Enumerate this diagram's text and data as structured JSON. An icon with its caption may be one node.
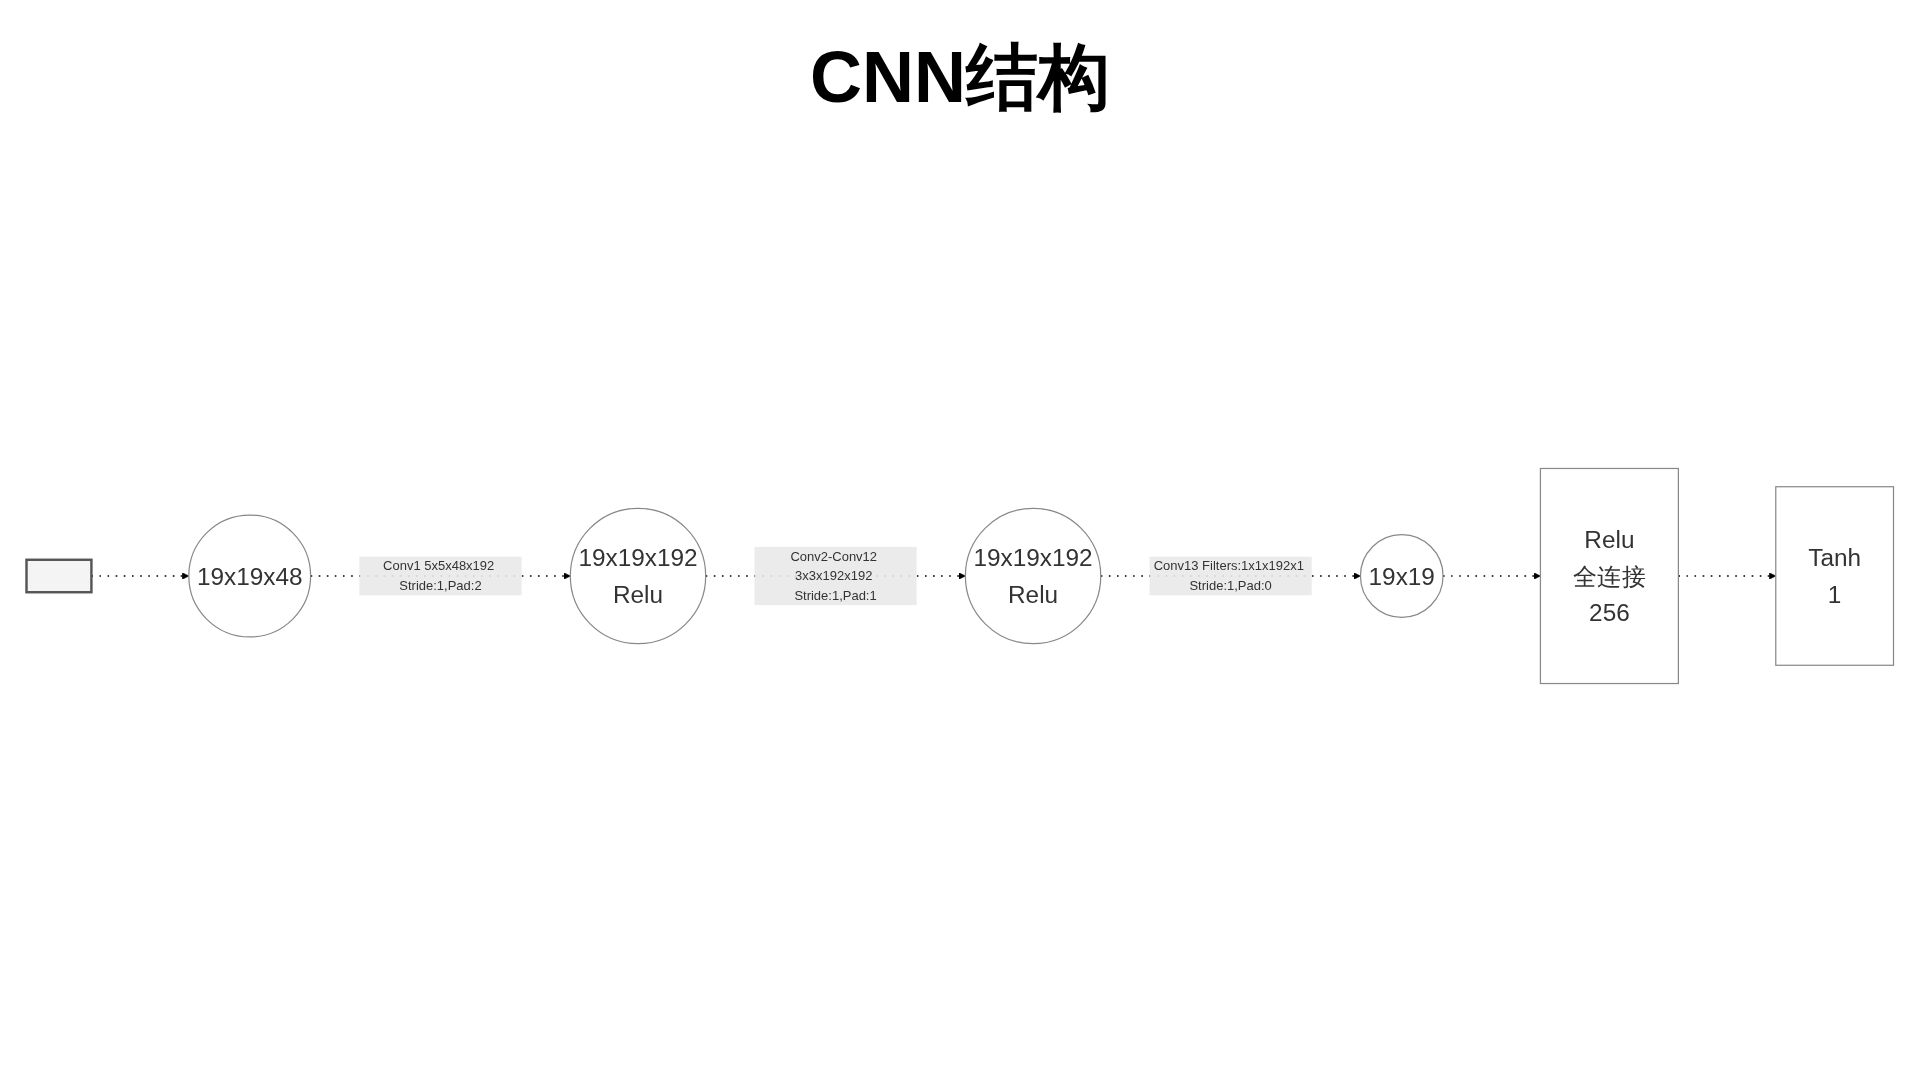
{
  "diagram": {
    "title": "CNN结构",
    "nodes": [
      {
        "text": [],
        "shape": "picture"
      },
      {
        "text": [
          "19x19x48"
        ]
      },
      {
        "text": [
          "19x19x192",
          "Relu"
        ]
      },
      {
        "text": [
          "19x19x192",
          "Relu"
        ]
      },
      {
        "text": [
          "19x19"
        ]
      },
      {
        "text": [
          "Relu",
          "全连接",
          "256"
        ]
      },
      {
        "text": [
          "Tanh",
          "1"
        ]
      }
    ],
    "edges": [
      {
        "from": 0,
        "to": 1,
        "arrow": "to",
        "style": "dashed"
      },
      {
        "from": 1,
        "to": 2,
        "arrow": "to",
        "style": "dashed",
        "label": "Conv1 5x5x48x192 Stride:1,Pad:2"
      },
      {
        "from": 2,
        "to": 3,
        "arrow": "to",
        "style": "dashed",
        "label": "Conv2-Conv12 3x3x192x192 Stride:1,Pad:1"
      },
      {
        "from": 3,
        "to": 4,
        "arrow": "to",
        "style": "dashed",
        "label": "Conv13 Filters:1x1x192x1 Stride:1,Pad:0"
      },
      {
        "from": 4,
        "to": 5,
        "arrow": "to",
        "style": "dashed"
      },
      {
        "from": 5,
        "to": 6,
        "arrow": "to",
        "style": "dashed"
      }
    ]
  }
}
